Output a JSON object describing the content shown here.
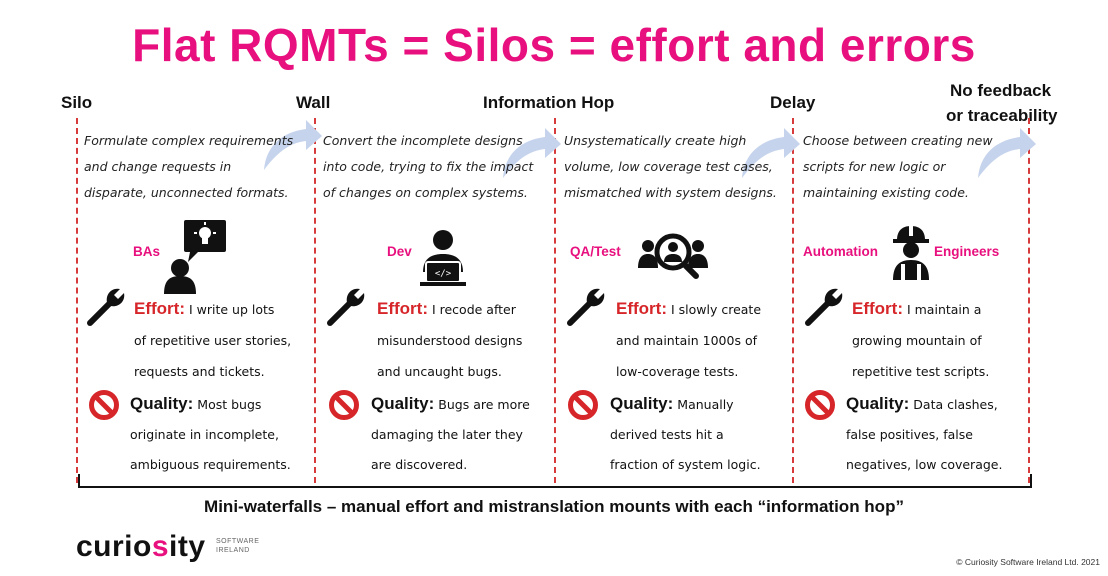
{
  "title": "Flat RQMTs = Silos = effort and errors",
  "stages": [
    {
      "label": "Silo"
    },
    {
      "label": "Wall"
    },
    {
      "label": "Information Hop"
    },
    {
      "label": "Delay"
    },
    {
      "label_line1": "No feedback",
      "label_line2": "or traceability"
    }
  ],
  "columns": [
    {
      "desc": [
        "Formulate complex requirements",
        "and change requests in",
        "disparate, unconnected formats."
      ],
      "role": "BAs",
      "role_icon": "ba-idea-icon",
      "effort_label": "Effort:",
      "effort": [
        "I write up lots",
        "of repetitive user stories,",
        "requests and tickets."
      ],
      "quality_label": "Quality:",
      "quality": [
        "Most bugs",
        "originate in incomplete,",
        "ambiguous requirements."
      ]
    },
    {
      "desc": [
        "Convert the incomplete designs",
        "into code, trying to fix the impact",
        "of changes on complex systems."
      ],
      "role": "Dev",
      "role_icon": "developer-laptop-icon",
      "effort_label": "Effort:",
      "effort": [
        "I recode after",
        "misunderstood designs",
        "and uncaught bugs."
      ],
      "quality_label": "Quality:",
      "quality": [
        "Bugs are more",
        "damaging the later they",
        "are discovered."
      ]
    },
    {
      "desc": [
        "Unsystematically create high",
        "volume, low coverage test cases,",
        "mismatched with system designs."
      ],
      "role": "QA/Test",
      "role_icon": "qa-team-search-icon",
      "effort_label": "Effort:",
      "effort": [
        "I slowly create",
        "and maintain 1000s of",
        "low-coverage tests."
      ],
      "quality_label": "Quality:",
      "quality": [
        "Manually",
        "derived tests hit a",
        "fraction of system logic."
      ]
    },
    {
      "desc": [
        "Choose between creating new",
        "scripts for new logic or",
        "maintaining existing code."
      ],
      "role_a": "Automation",
      "role_b": "Engineers",
      "role_icon": "engineer-hardhat-icon",
      "effort_label": "Effort:",
      "effort": [
        "I maintain a",
        "growing mountain of",
        "repetitive test scripts."
      ],
      "quality_label": "Quality:",
      "quality": [
        "Data clashes,",
        "false positives, false",
        "negatives, low coverage."
      ]
    }
  ],
  "footer": "Mini-waterfalls – manual effort and mistranslation mounts with each “information hop”",
  "logo": {
    "text_a": "curio",
    "text_o": "s",
    "text_b": "ity",
    "sub_line1": "SOFTWARE",
    "sub_line2": "IRELAND"
  },
  "copyright": "© Curiosity Software Ireland Ltd. 2021",
  "colors": {
    "accent": "#e8107e",
    "divider": "#d63a3a",
    "arrow": "#c5d3ec",
    "no_icon": "#d6262a"
  }
}
